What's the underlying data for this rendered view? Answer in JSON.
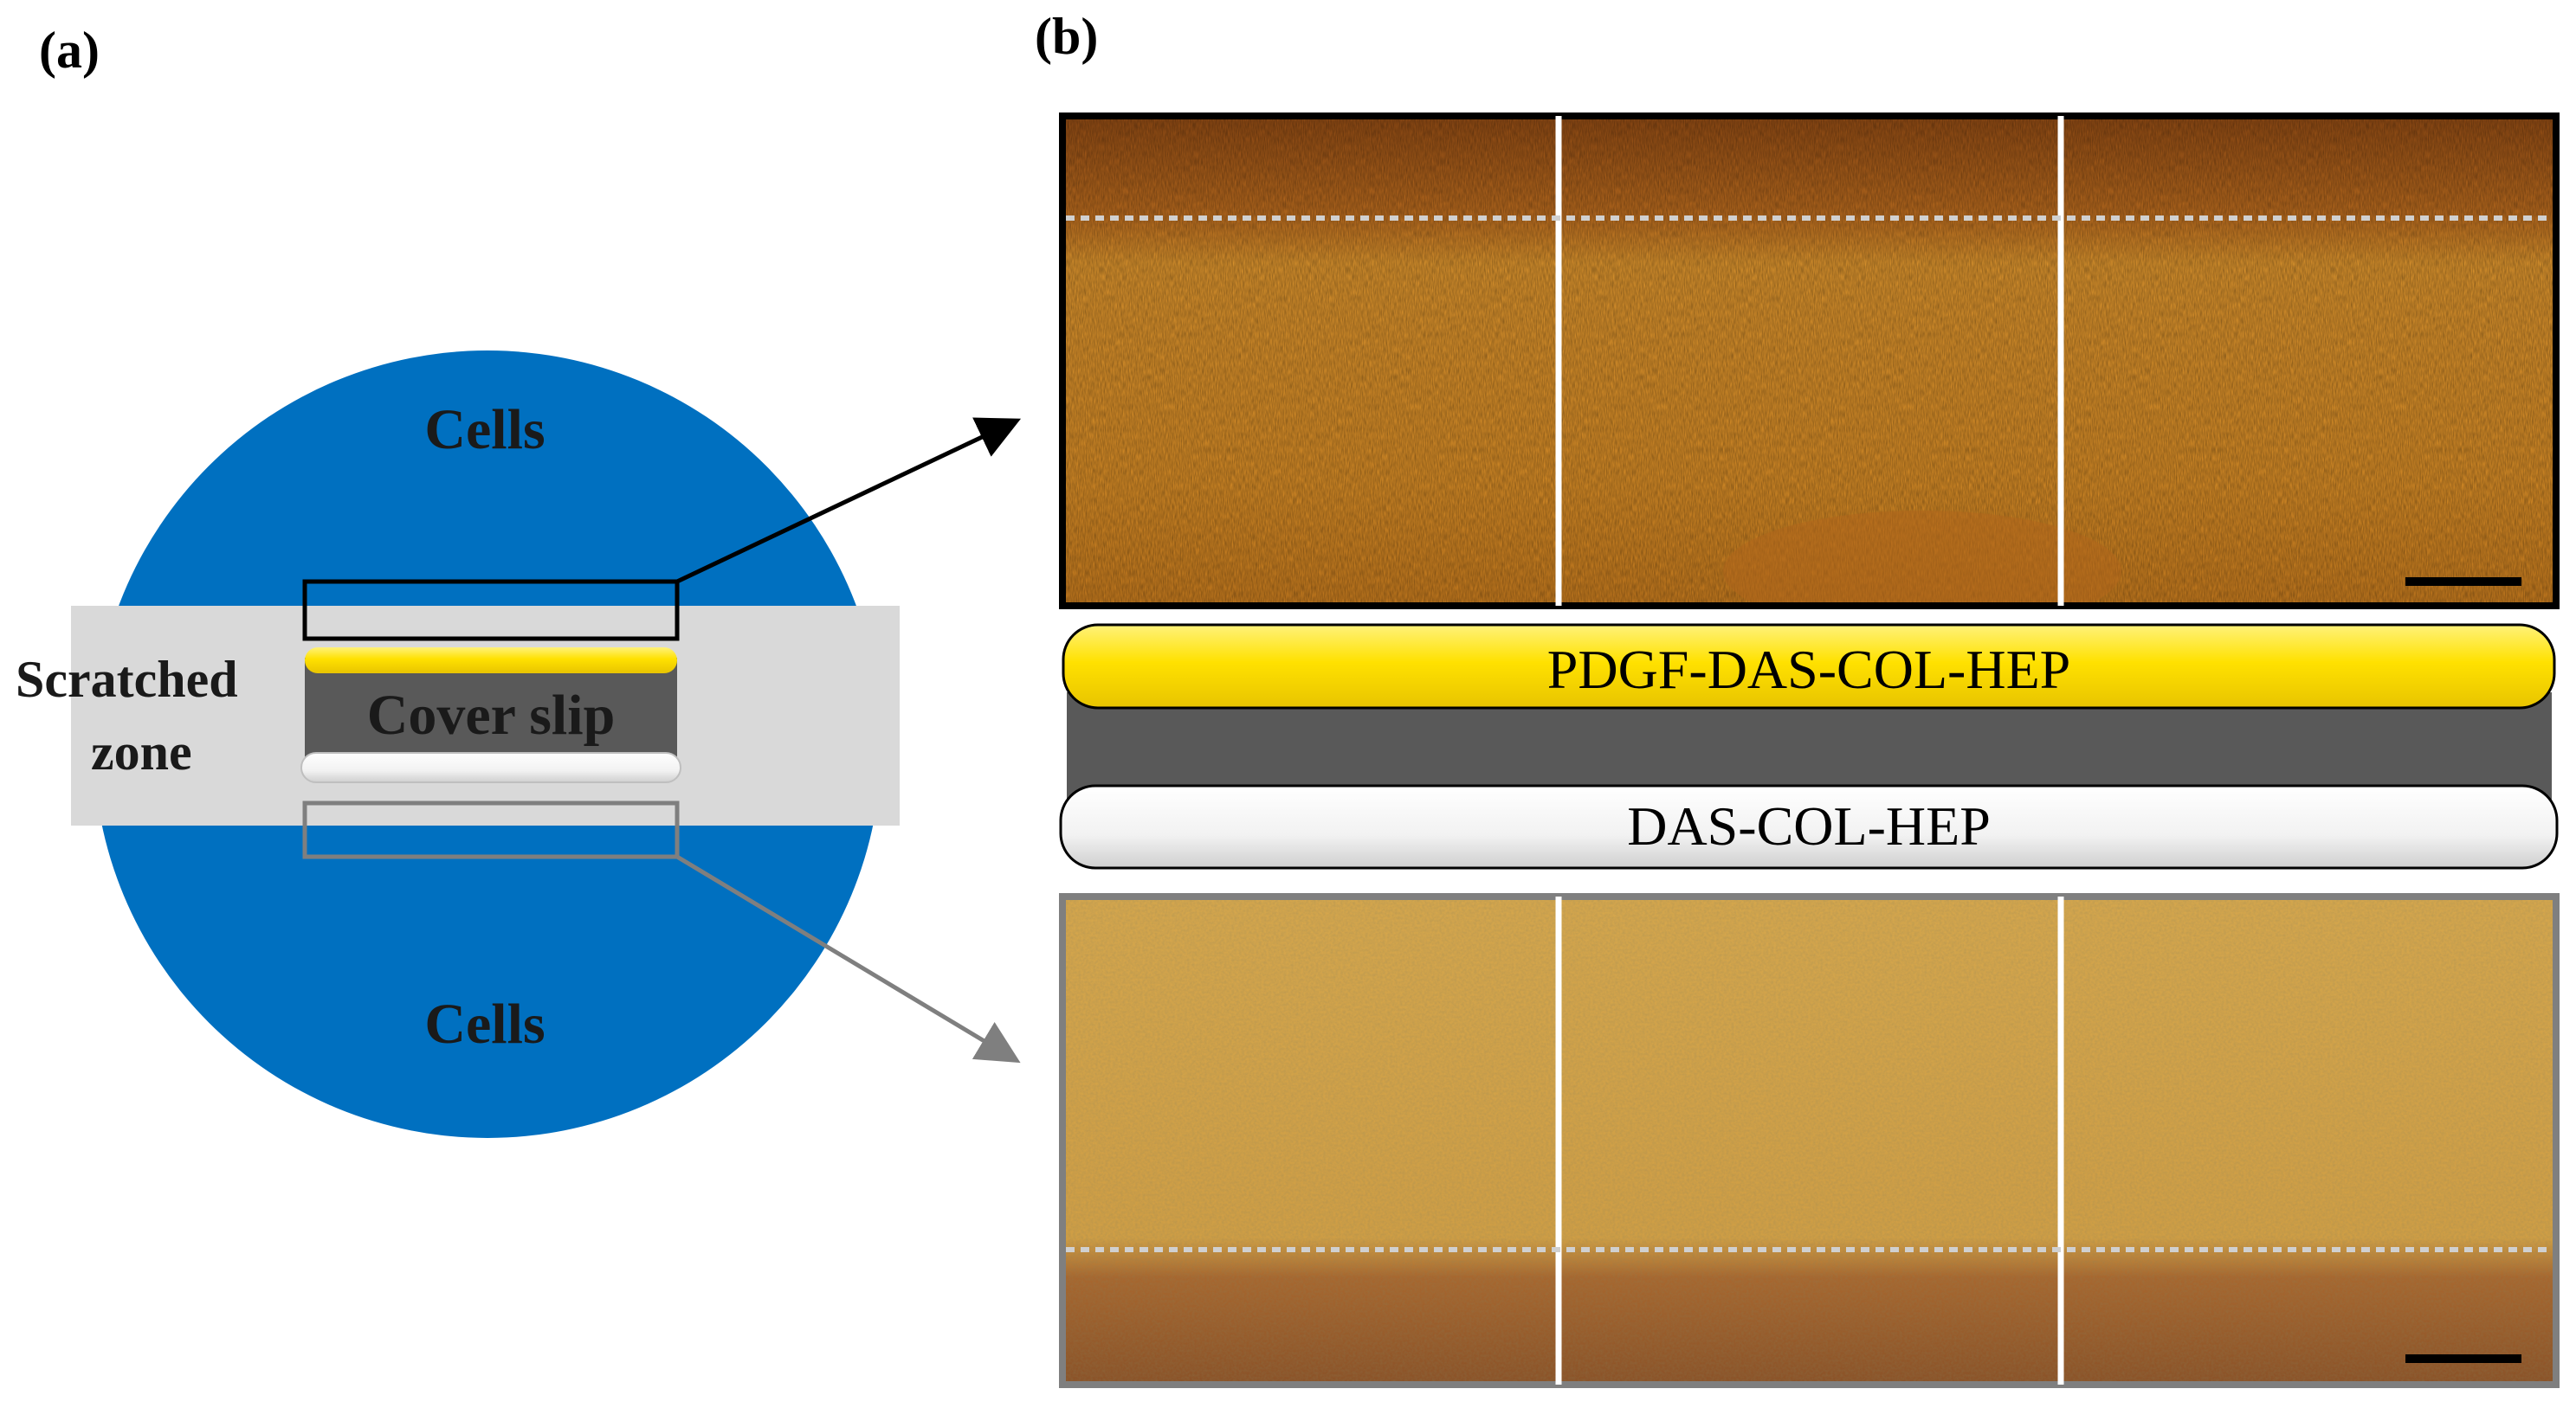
{
  "panel_a": {
    "label": "(a)",
    "cells_top": "Cells",
    "cells_bottom": "Cells",
    "scratched_zone_line1": "Scratched",
    "scratched_zone_line2": "zone",
    "cover_slip": "Cover slip"
  },
  "panel_b": {
    "label": "(b)",
    "top_coating": "PDGF-DAS-COL-HEP",
    "bottom_coating": "DAS-COL-HEP"
  },
  "colors": {
    "cell_area": "#0070c0",
    "scratched_zone": "#d9d9d9",
    "cover_slip": "#595959",
    "pdgf_coating": "#ffe100",
    "control_coating": "#f2f2f2",
    "top_frame": "#000000",
    "bottom_frame": "#7f7f7f",
    "top_image_tone": "#d48a26",
    "bottom_image_tone": "#cf9e45"
  },
  "icons": {
    "arrow_to_top": "black-arrow",
    "arrow_to_bottom": "gray-arrow"
  }
}
